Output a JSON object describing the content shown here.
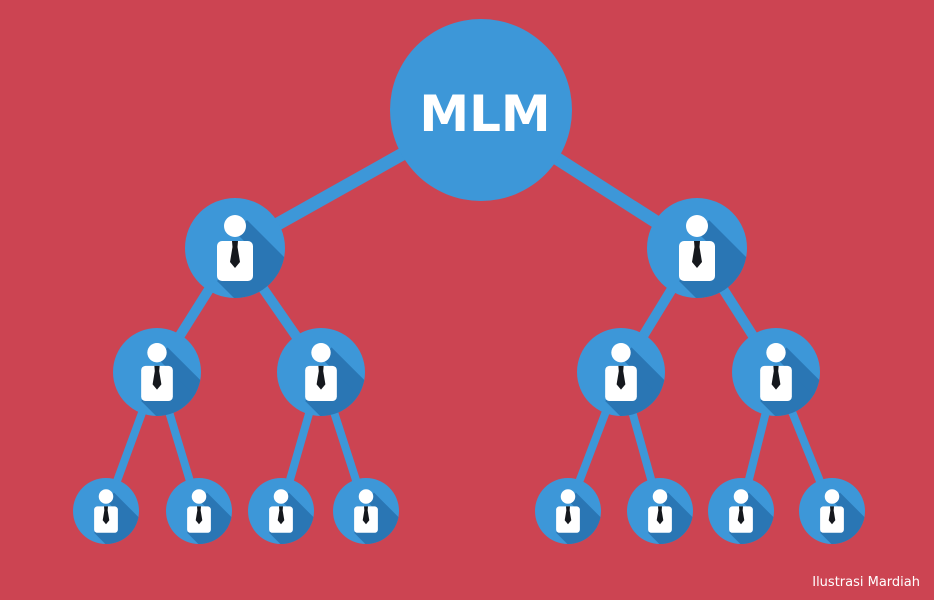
{
  "title": "MLM",
  "credit": "Ilustrasi Mardiah",
  "colors": {
    "background": "#cc4452",
    "node": "#3d97d8",
    "shadow": "#2a76b4",
    "connector": "#3d97d8",
    "person": "#ffffff",
    "tie": "#15181d"
  },
  "root": {
    "label": "MLM",
    "icon": "none"
  },
  "levels": [
    {
      "level": 1,
      "count": 2,
      "icon": "person-icon"
    },
    {
      "level": 2,
      "count": 4,
      "icon": "person-icon"
    },
    {
      "level": 3,
      "count": 8,
      "icon": "person-icon"
    }
  ]
}
